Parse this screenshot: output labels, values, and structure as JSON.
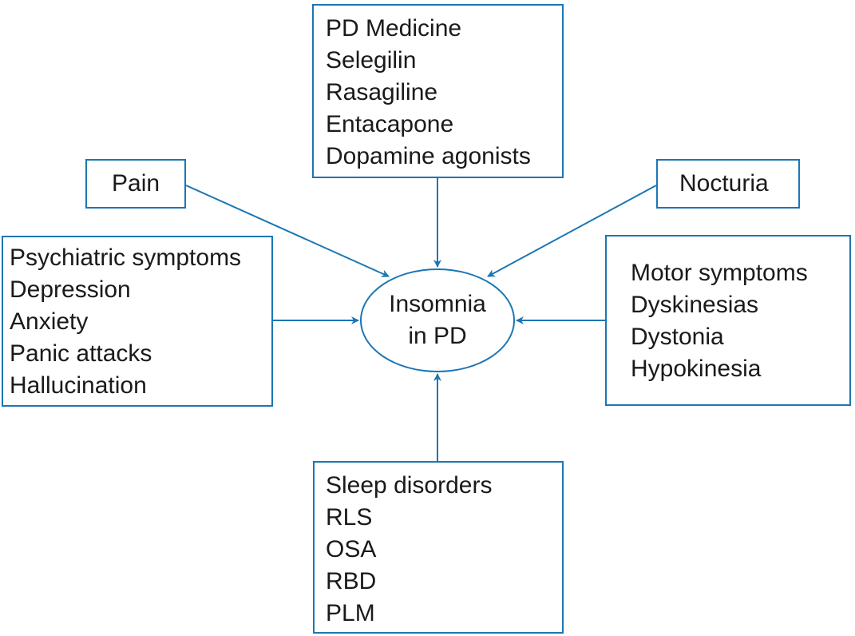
{
  "center": {
    "lines": [
      "Insomnia",
      "in PD"
    ]
  },
  "boxes": {
    "medicine": {
      "lines": [
        "PD Medicine",
        "Selegilin",
        "Rasagiline",
        "Entacapone",
        "Dopamine agonists"
      ]
    },
    "pain": {
      "lines": [
        "Pain"
      ]
    },
    "nocturia": {
      "lines": [
        "Nocturia"
      ]
    },
    "psychiatric": {
      "lines": [
        "Psychiatric symptoms",
        "Depression",
        "Anxiety",
        "Panic attacks",
        "Hallucination"
      ]
    },
    "motor": {
      "lines": [
        "Motor symptoms",
        "Dyskinesias",
        "Dystonia",
        "Hypokinesia"
      ]
    },
    "sleep": {
      "lines": [
        "Sleep disorders",
        "RLS",
        "OSA",
        "RBD",
        "PLM"
      ]
    }
  },
  "colors": {
    "stroke": "#1b76b4",
    "text": "#1a1a1a",
    "background": "#ffffff"
  }
}
